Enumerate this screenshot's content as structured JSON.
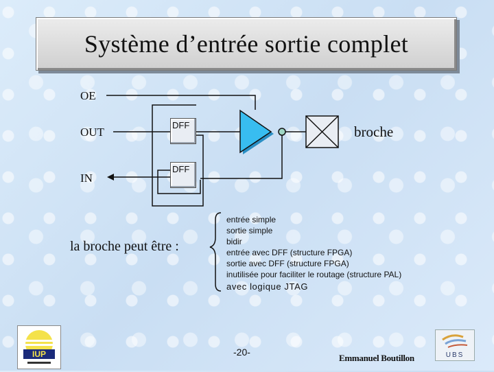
{
  "slide": {
    "title": "Système d’entrée sortie complet",
    "page_number": "-20-",
    "author": "Emmanuel Boutillon"
  },
  "diagram": {
    "oe_label": "OE",
    "out_label": "OUT",
    "in_label": "IN",
    "dff_out_label": "DFF",
    "dff_in_label": "DFF",
    "pin_label": "broche",
    "lead_text": "la broche peut être :"
  },
  "options": [
    "entrée simple",
    "sortie simple",
    "bidir",
    "entrée avec DFF (structure FPGA)",
    "sortie avec DFF (structure FPGA)",
    "inutilisée pour faciliter le routage (structure PAL)",
    "avec logique JTAG"
  ],
  "logos": {
    "left_logo_text": "IUP",
    "right_logo_text": "UBS"
  },
  "colors": {
    "buffer_fill": "#38bdf0",
    "bubble_fill": "#9fd6c4",
    "line": "#111111"
  },
  "icons": [
    "tristate-buffer-icon",
    "inverter-bubble-icon",
    "pin-pad-icon",
    "brace-icon"
  ]
}
